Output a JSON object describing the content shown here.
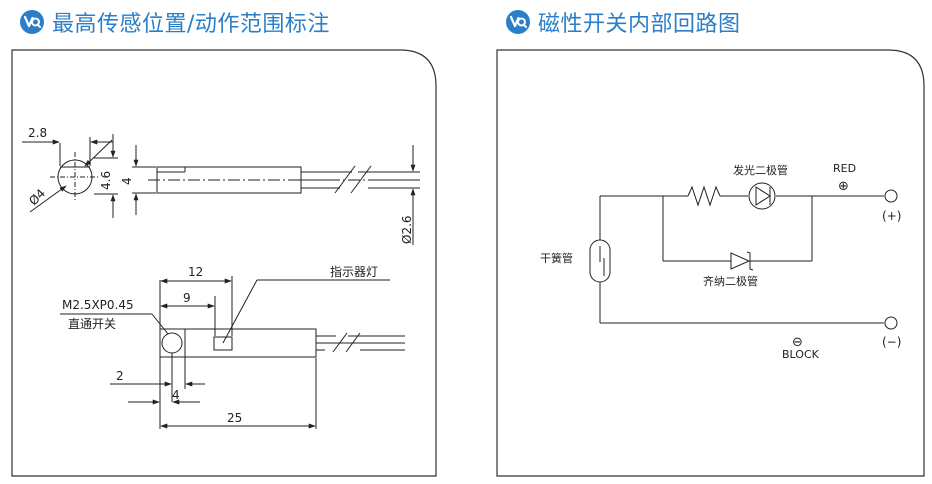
{
  "left_section": {
    "title": "最高传感位置/动作范围标注",
    "dims": {
      "d28": "2.8",
      "d46": "4.6",
      "d4a": "4",
      "phi4": "Ø4",
      "phi26": "Ø2.6",
      "d12": "12",
      "d9": "9",
      "d2": "2",
      "d4b": "4",
      "d25": "25"
    },
    "labels": {
      "thread": "M2.5XP0.45",
      "switch": "直通开关",
      "indicator": "指示器灯"
    }
  },
  "right_section": {
    "title": "磁性开关内部回路图",
    "labels": {
      "led": "发光二极管",
      "reed": "干簧管",
      "zener": "齐纳二极管",
      "red": "RED",
      "plus_sym": "⊕",
      "plus_term": "(+)",
      "black": "BLOCK",
      "minus_sym": "⊖",
      "minus_term": "(−)"
    }
  },
  "colors": {
    "accent": "#2a7fc8",
    "line": "#222222"
  }
}
